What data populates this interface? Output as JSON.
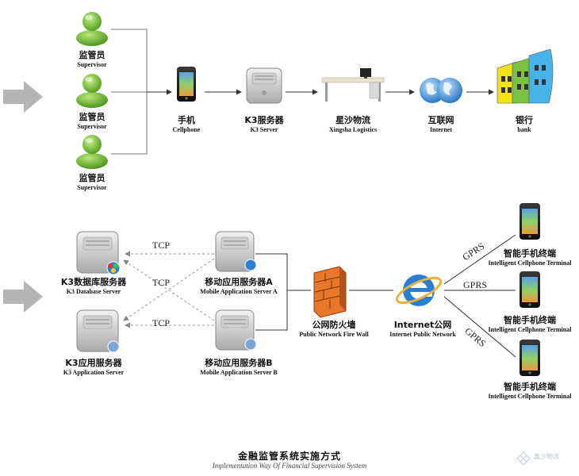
{
  "top_flow": {
    "supervisors": [
      {
        "cn": "监管员",
        "en": "Supervisor"
      },
      {
        "cn": "监管员",
        "en": "Supervisor"
      },
      {
        "cn": "监管员",
        "en": "Supervisor"
      }
    ],
    "nodes": [
      {
        "cn": "手机",
        "en": "Cellphone"
      },
      {
        "cn": "K3服务器",
        "en": "K3 Server"
      },
      {
        "cn": "星沙物流",
        "en": "Xingsha Logistics"
      },
      {
        "cn": "互联网",
        "en": "Internet"
      },
      {
        "cn": "银行",
        "en": "bank"
      }
    ]
  },
  "bottom_flow": {
    "k3_database_server": {
      "cn": "K3数据库服务器",
      "en": "K3 Database Server"
    },
    "k3_application_server": {
      "cn": "K3应用服务器",
      "en": "K3 Application Server"
    },
    "mobile_server_a": {
      "cn": "移动应用服务器A",
      "en": "Mobile Application Server A"
    },
    "mobile_server_b": {
      "cn": "移动应用服务器B",
      "en": "Mobile Application Server B"
    },
    "firewall": {
      "cn": "公网防火墙",
      "en": "Public Network Fire Wall"
    },
    "internet": {
      "cn": "Internet公网",
      "en": "Internet Public Network"
    },
    "terminals": [
      {
        "cn": "智能手机终端",
        "en": "Intelligent Cellphone Terminal"
      },
      {
        "cn": "智能手机终端",
        "en": "Intelligent Cellphone Terminal"
      },
      {
        "cn": "智能手机终端",
        "en": "Intelligent Cellphone Terminal"
      }
    ],
    "tcp_labels": [
      "TCP",
      "TCP",
      "TCP"
    ],
    "gprs_labels": [
      "GPRS",
      "GPRS",
      "GPRS"
    ]
  },
  "caption": {
    "cn": "金融监管系统实施方式",
    "en": "Implementation Way Of Financial Supervision System"
  },
  "watermark": "鑫沙物流",
  "colors": {
    "person_green": "#6fbf2a",
    "arrow_gray": "#b5b5b5",
    "firewall_orange": "#e8772a",
    "ie_blue": "#2a7fd4",
    "bank_colors": [
      "#f2e318",
      "#7ac143",
      "#46b4e8",
      "#d8d8d8"
    ]
  }
}
